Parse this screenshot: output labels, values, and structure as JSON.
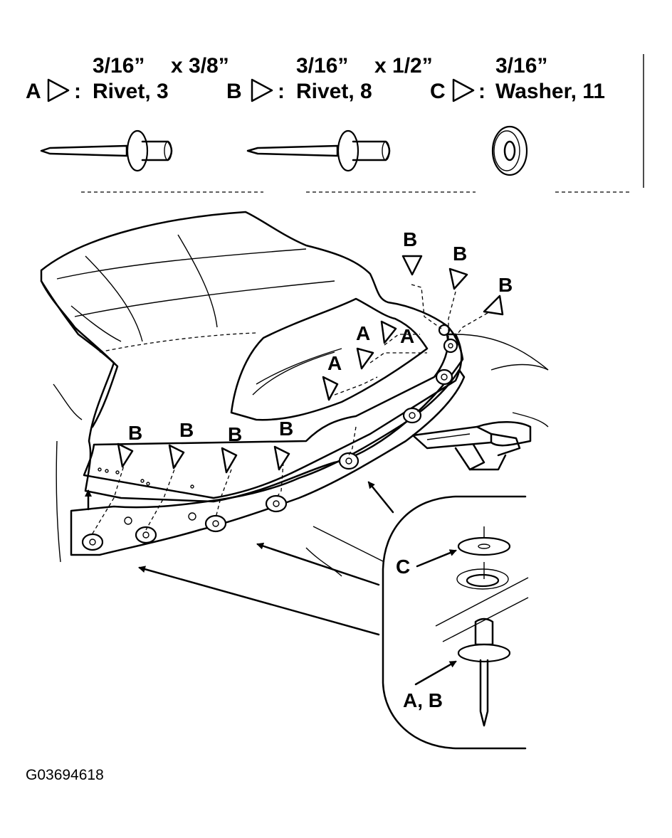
{
  "legend": {
    "a": {
      "letter": "A",
      "colon": ":",
      "size": "3/16”",
      "length": "x 3/8”",
      "label": "Rivet, 3"
    },
    "b": {
      "letter": "B",
      "colon": ":",
      "size": "3/16”",
      "length": "x 1/2”",
      "label": "Rivet, 8"
    },
    "c": {
      "letter": "C",
      "colon": ":",
      "size": "3/16”",
      "label": "Washer, 11"
    }
  },
  "callouts": {
    "b1": "B",
    "b2": "B",
    "b3": "B",
    "b4": "B",
    "b5": "B",
    "b6": "B",
    "b7": "B",
    "a1": "A",
    "a2": "A",
    "a3": "A"
  },
  "detail": {
    "washer_label": "C",
    "rivet_label": "A, B"
  },
  "figure_id": "G03694618"
}
